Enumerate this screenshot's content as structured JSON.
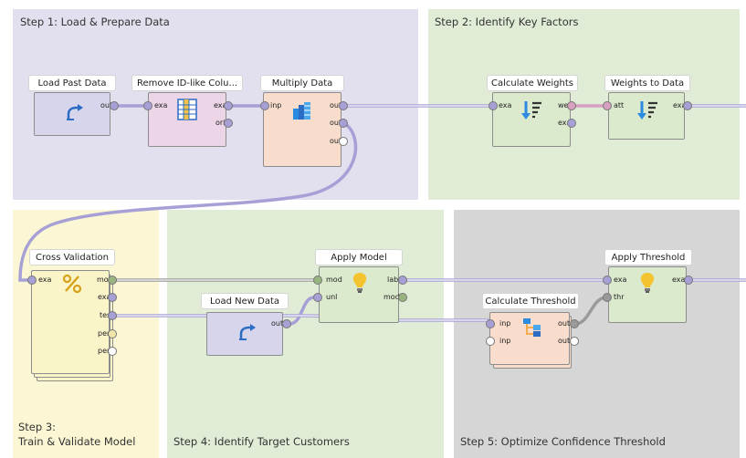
{
  "panels": {
    "step1": "Step 1: Load & Prepare Data",
    "step2": "Step 2: Identify Key Factors",
    "step3_line1": "Step 3:",
    "step3_line2": "Train & Validate Model",
    "step4": "Step 4: Identify Target Customers",
    "step5": "Step 5: Optimize Confidence Threshold"
  },
  "colors": {
    "panel_purple": "#e2e0ef",
    "panel_green": "#e0ecd6",
    "panel_yellow": "#fbf6d3",
    "panel_gray": "#d6d6d6",
    "op_purple": "#d7d5eb",
    "op_pink": "#ecd5e6",
    "op_orange": "#f8ddcc",
    "op_green": "#dbe9cd",
    "op_yellow": "#faf4c9",
    "port_green": "#98b480",
    "port_purple": "#a6a0d6",
    "port_pink": "#d8a0c0",
    "wire_purple": "#a6a0d6",
    "wire_gray": "#9a9a9a"
  },
  "operators": {
    "load_past": {
      "label": "Load Past Data",
      "out": "out",
      "icon": "retrieve-icon"
    },
    "remove_id": {
      "label": "Remove ID-like Colu...",
      "in": "exa",
      "out1": "exa",
      "out2": "ori",
      "icon": "table-icon"
    },
    "multiply": {
      "label": "Multiply Data",
      "in": "inp",
      "out1": "out",
      "out2": "out",
      "out3": "out",
      "icon": "multiply-icon"
    },
    "calc_weights": {
      "label": "Calculate Weights",
      "in": "exa",
      "out1": "wei",
      "out2": "exa",
      "icon": "sort-weights-icon"
    },
    "weights_to_data": {
      "label": "Weights to Data",
      "in": "att",
      "out": "exa",
      "icon": "sort-weights-icon"
    },
    "cross_val": {
      "label": "Cross Validation",
      "in": "exa",
      "out1": "mod",
      "out2": "exa",
      "out3": "tes",
      "out4": "per",
      "out5": "per",
      "icon": "percent-icon"
    },
    "load_new": {
      "label": "Load New Data",
      "out": "out",
      "icon": "retrieve-icon"
    },
    "apply_model": {
      "label": "Apply Model",
      "in1": "mod",
      "in2": "unl",
      "out1": "lab",
      "out2": "mod",
      "icon": "lightbulb-icon"
    },
    "calc_threshold": {
      "label": "Calculate Threshold",
      "in1": "inp",
      "in2": "inp",
      "out1": "out",
      "out2": "out",
      "icon": "tree-icon"
    },
    "apply_threshold": {
      "label": "Apply Threshold",
      "in1": "exa",
      "in2": "thr",
      "out": "exa",
      "icon": "lightbulb-icon"
    }
  }
}
